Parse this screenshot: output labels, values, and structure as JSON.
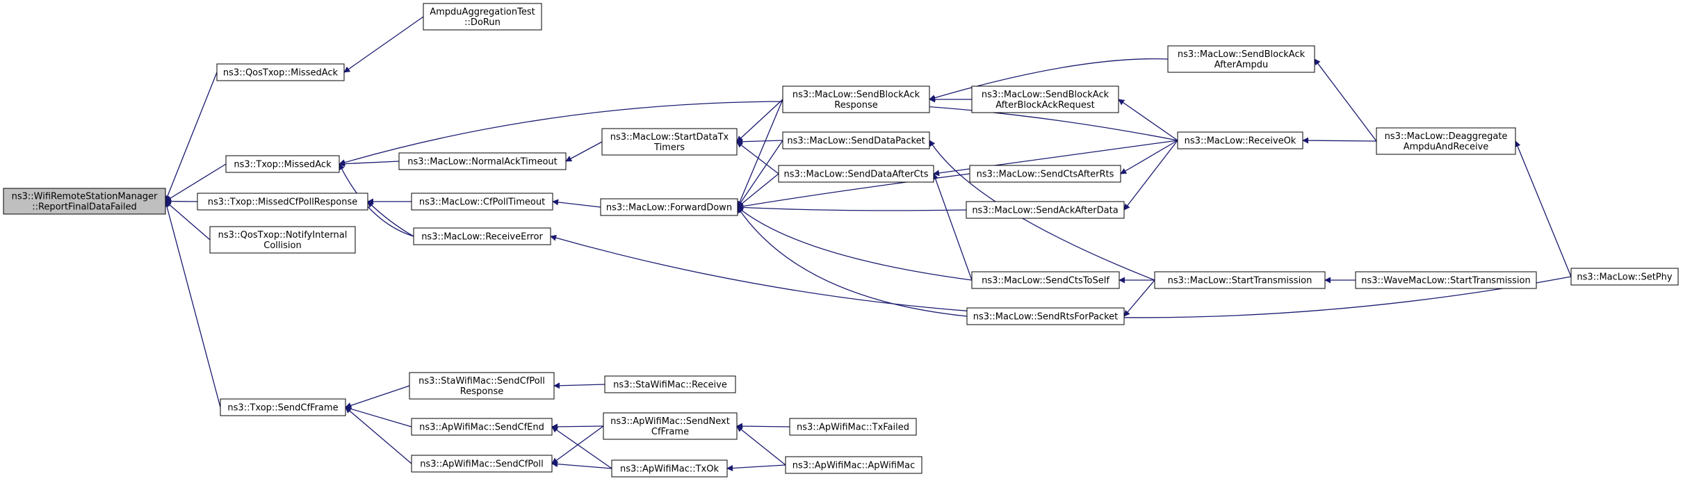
{
  "graph": {
    "colors": {
      "edge": "#191970",
      "node_fill": "#ffffff",
      "root_fill": "#bfbfbf",
      "border": "#000000"
    },
    "nodes": [
      {
        "id": "root",
        "lines": [
          "ns3::WifiRemoteStationManager",
          "::ReportFinalDataFailed"
        ],
        "root": true
      },
      {
        "id": "qosMissedAck",
        "lines": [
          "ns3::QosTxop::MissedAck"
        ]
      },
      {
        "id": "ampduTest",
        "lines": [
          "AmpduAggregationTest",
          "::DoRun"
        ]
      },
      {
        "id": "txopMissedAck",
        "lines": [
          "ns3::Txop::MissedAck"
        ]
      },
      {
        "id": "missedCfPoll",
        "lines": [
          "ns3::Txop::MissedCfPollResponse"
        ]
      },
      {
        "id": "notifyInternal",
        "lines": [
          "ns3::QosTxop::NotifyInternal",
          "Collision"
        ]
      },
      {
        "id": "sendCfFrame",
        "lines": [
          "ns3::Txop::SendCfFrame"
        ]
      },
      {
        "id": "normalAckTimeout",
        "lines": [
          "ns3::MacLow::NormalAckTimeout"
        ]
      },
      {
        "id": "cfPollTimeout",
        "lines": [
          "ns3::MacLow::CfPollTimeout"
        ]
      },
      {
        "id": "receiveError",
        "lines": [
          "ns3::MacLow::ReceiveError"
        ]
      },
      {
        "id": "staSendCfPoll",
        "lines": [
          "ns3::StaWifiMac::SendCfPoll",
          "Response"
        ]
      },
      {
        "id": "apSendCfEnd",
        "lines": [
          "ns3::ApWifiMac::SendCfEnd"
        ]
      },
      {
        "id": "apSendCfPoll",
        "lines": [
          "ns3::ApWifiMac::SendCfPoll"
        ]
      },
      {
        "id": "startDataTx",
        "lines": [
          "ns3::MacLow::StartDataTx",
          "Timers"
        ]
      },
      {
        "id": "forwardDown",
        "lines": [
          "ns3::MacLow::ForwardDown"
        ]
      },
      {
        "id": "staReceive",
        "lines": [
          "ns3::StaWifiMac::Receive"
        ]
      },
      {
        "id": "apSendNext",
        "lines": [
          "ns3::ApWifiMac::SendNext",
          "CfFrame"
        ]
      },
      {
        "id": "apTxOk",
        "lines": [
          "ns3::ApWifiMac::TxOk"
        ]
      },
      {
        "id": "sendBlockAckResp",
        "lines": [
          "ns3::MacLow::SendBlockAck",
          "Response"
        ]
      },
      {
        "id": "sendDataPacket",
        "lines": [
          "ns3::MacLow::SendDataPacket"
        ]
      },
      {
        "id": "sendDataAfterCts",
        "lines": [
          "ns3::MacLow::SendDataAfterCts"
        ]
      },
      {
        "id": "apTxFailed",
        "lines": [
          "ns3::ApWifiMac::TxFailed"
        ]
      },
      {
        "id": "apWifiMac",
        "lines": [
          "ns3::ApWifiMac::ApWifiMac"
        ]
      },
      {
        "id": "sendBlockAckAfterReq",
        "lines": [
          "ns3::MacLow::SendBlockAck",
          "AfterBlockAckRequest"
        ]
      },
      {
        "id": "sendCtsAfterRts",
        "lines": [
          "ns3::MacLow::SendCtsAfterRts"
        ]
      },
      {
        "id": "sendAckAfterData",
        "lines": [
          "ns3::MacLow::SendAckAfterData"
        ]
      },
      {
        "id": "sendCtsToSelf",
        "lines": [
          "ns3::MacLow::SendCtsToSelf"
        ]
      },
      {
        "id": "sendRtsForPacket",
        "lines": [
          "ns3::MacLow::SendRtsForPacket"
        ]
      },
      {
        "id": "sendBlockAckAfterAmpdu",
        "lines": [
          "ns3::MacLow::SendBlockAck",
          "AfterAmpdu"
        ]
      },
      {
        "id": "receiveOk",
        "lines": [
          "ns3::MacLow::ReceiveOk"
        ]
      },
      {
        "id": "startTransmission",
        "lines": [
          "ns3::MacLow::StartTransmission"
        ]
      },
      {
        "id": "waveStartTx",
        "lines": [
          "ns3::WaveMacLow::StartTransmission"
        ]
      },
      {
        "id": "deaggregate",
        "lines": [
          "ns3::MacLow::Deaggregate",
          "AmpduAndReceive"
        ]
      },
      {
        "id": "setPhy",
        "lines": [
          "ns3::MacLow::SetPhy"
        ]
      }
    ],
    "edges": [
      [
        "qosMissedAck",
        "root"
      ],
      [
        "txopMissedAck",
        "root"
      ],
      [
        "missedCfPoll",
        "root"
      ],
      [
        "notifyInternal",
        "root"
      ],
      [
        "sendCfFrame",
        "root"
      ],
      [
        "ampduTest",
        "qosMissedAck"
      ],
      [
        "normalAckTimeout",
        "txopMissedAck"
      ],
      [
        "receiveError",
        "txopMissedAck"
      ],
      [
        "receiveOk",
        "txopMissedAck"
      ],
      [
        "cfPollTimeout",
        "missedCfPoll"
      ],
      [
        "receiveError",
        "missedCfPoll"
      ],
      [
        "staSendCfPoll",
        "sendCfFrame"
      ],
      [
        "apSendCfEnd",
        "sendCfFrame"
      ],
      [
        "apSendCfPoll",
        "sendCfFrame"
      ],
      [
        "startDataTx",
        "normalAckTimeout"
      ],
      [
        "forwardDown",
        "cfPollTimeout"
      ],
      [
        "setPhy",
        "receiveError"
      ],
      [
        "staReceive",
        "staSendCfPoll"
      ],
      [
        "apSendNext",
        "apSendCfEnd"
      ],
      [
        "apTxOk",
        "apSendCfEnd"
      ],
      [
        "apSendNext",
        "apSendCfPoll"
      ],
      [
        "apTxOk",
        "apSendCfPoll"
      ],
      [
        "sendBlockAckResp",
        "startDataTx"
      ],
      [
        "sendDataPacket",
        "startDataTx"
      ],
      [
        "sendDataAfterCts",
        "startDataTx"
      ],
      [
        "sendBlockAckResp",
        "forwardDown"
      ],
      [
        "sendDataPacket",
        "forwardDown"
      ],
      [
        "sendDataAfterCts",
        "forwardDown"
      ],
      [
        "sendCtsAfterRts",
        "forwardDown"
      ],
      [
        "sendAckAfterData",
        "forwardDown"
      ],
      [
        "sendCtsToSelf",
        "forwardDown"
      ],
      [
        "sendRtsForPacket",
        "forwardDown"
      ],
      [
        "apTxFailed",
        "apSendNext"
      ],
      [
        "apWifiMac",
        "apSendNext"
      ],
      [
        "apWifiMac",
        "apTxOk"
      ],
      [
        "sendBlockAckAfterAmpdu",
        "sendBlockAckResp"
      ],
      [
        "sendBlockAckAfterReq",
        "sendBlockAckResp"
      ],
      [
        "startTransmission",
        "sendDataPacket"
      ],
      [
        "receiveOk",
        "sendDataAfterCts"
      ],
      [
        "sendCtsToSelf",
        "sendDataAfterCts"
      ],
      [
        "receiveOk",
        "sendBlockAckAfterReq"
      ],
      [
        "receiveOk",
        "sendCtsAfterRts"
      ],
      [
        "receiveOk",
        "sendAckAfterData"
      ],
      [
        "startTransmission",
        "sendCtsToSelf"
      ],
      [
        "startTransmission",
        "sendRtsForPacket"
      ],
      [
        "deaggregate",
        "sendBlockAckAfterAmpdu"
      ],
      [
        "deaggregate",
        "receiveOk"
      ],
      [
        "waveStartTx",
        "startTransmission"
      ],
      [
        "setPhy",
        "deaggregate"
      ]
    ]
  }
}
